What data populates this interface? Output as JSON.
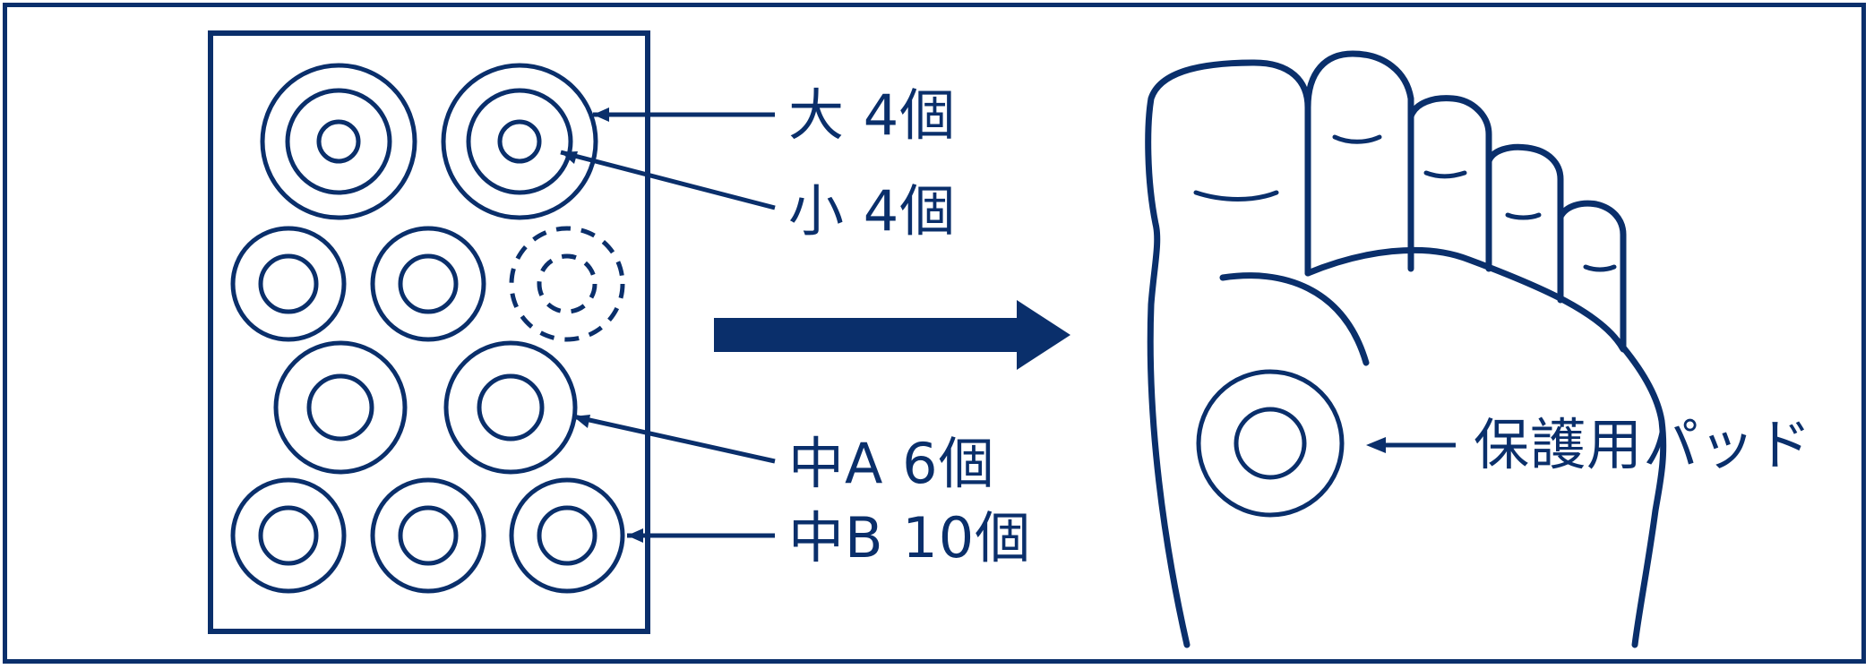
{
  "colors": {
    "ink": "#0a2f6b",
    "background": "#ffffff"
  },
  "labels": {
    "large": "大 4個",
    "small": "小 4個",
    "medium_a": "中A  6個",
    "medium_b": "中B 10個",
    "protective_pad": "保護用パッド"
  }
}
